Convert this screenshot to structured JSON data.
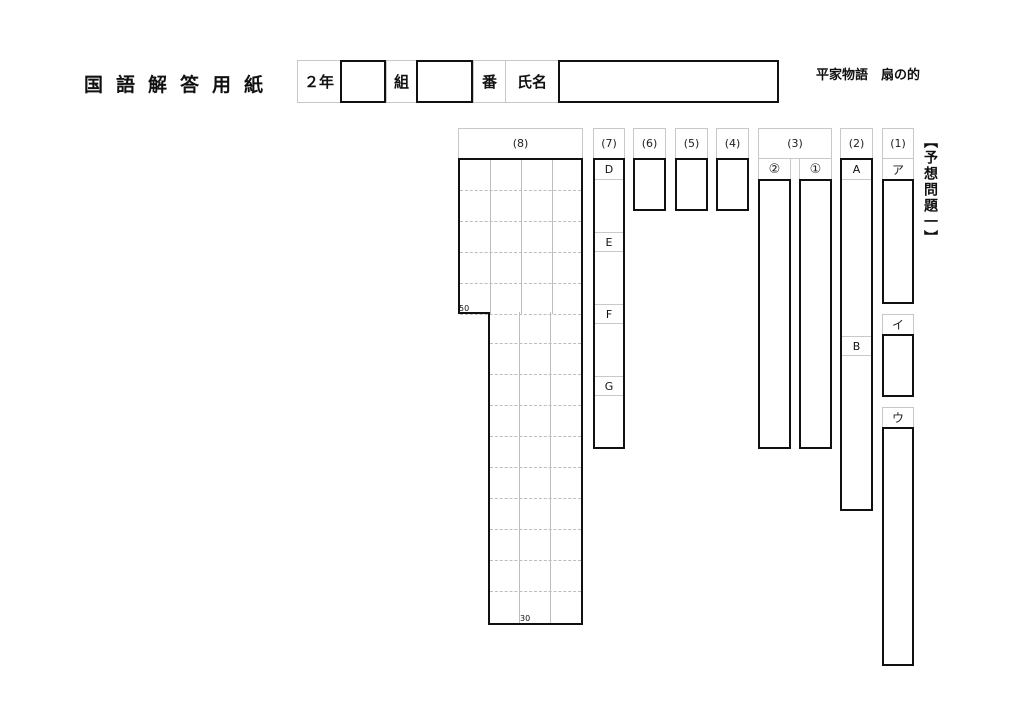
{
  "header": {
    "title": "国語解答用紙",
    "grade_label": "２年",
    "class_label": "組",
    "number_label": "番",
    "name_label": "氏名",
    "subject": "平家物語　扇の的",
    "grade_value": "",
    "class_value": "",
    "name_value": ""
  },
  "section_title": "【予想問題一】",
  "questions": {
    "q8": {
      "label": "(8)",
      "marker_50": "50",
      "marker_30": "30"
    },
    "q7": {
      "label": "(7)",
      "parts": [
        "D",
        "E",
        "F",
        "G"
      ]
    },
    "q6": {
      "label": "(6)"
    },
    "q5": {
      "label": "(5)"
    },
    "q4": {
      "label": "(4)"
    },
    "q3": {
      "label": "(3)",
      "parts": [
        "②",
        "①"
      ]
    },
    "q2": {
      "label": "(2)",
      "parts": [
        "A",
        "B"
      ]
    },
    "q1": {
      "label": "(1)",
      "parts": [
        "ア",
        "イ",
        "ウ"
      ]
    }
  }
}
